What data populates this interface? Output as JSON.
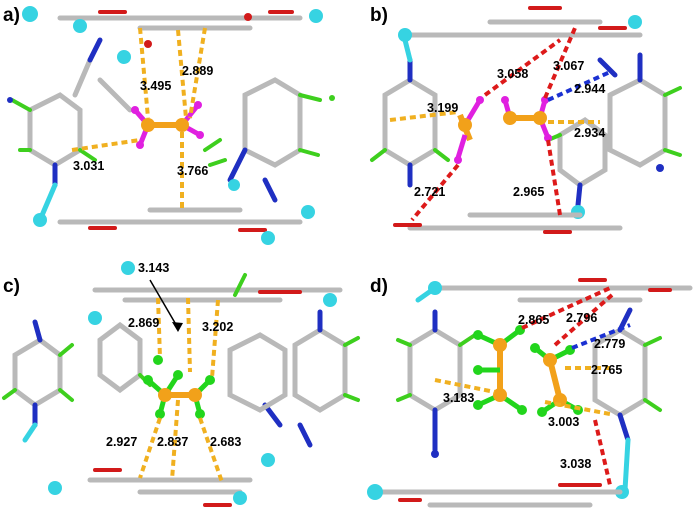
{
  "panels": [
    {
      "letter": "a)",
      "labels": [
        "3.495",
        "2.889",
        "3.031",
        "3.766"
      ]
    },
    {
      "letter": "b)",
      "labels": [
        "3.058",
        "3.067",
        "3.199",
        "2.944",
        "2.934",
        "2.721",
        "2.965"
      ]
    },
    {
      "letter": "c)",
      "labels": [
        "3.143",
        "2.869",
        "3.202",
        "2.927",
        "2.837",
        "2.683"
      ]
    },
    {
      "letter": "d)",
      "labels": [
        "2.865",
        "2.796",
        "2.779",
        "2.765",
        "3.183",
        "3.003",
        "3.038"
      ]
    }
  ],
  "colors": {
    "carbon": "#b9b9b9",
    "nitrogen": "#1f2fc2",
    "oxygen": "#d21a1a",
    "hydrogen": "#3ecf1e",
    "copper": "#36d3e2",
    "guest_core": "#f2a11a",
    "iodine": "#e020e0",
    "chlorine": "#22d51c",
    "contact_orange": "#f0b020",
    "contact_red": "#dd1a1a",
    "contact_blue": "#1b31d2"
  }
}
